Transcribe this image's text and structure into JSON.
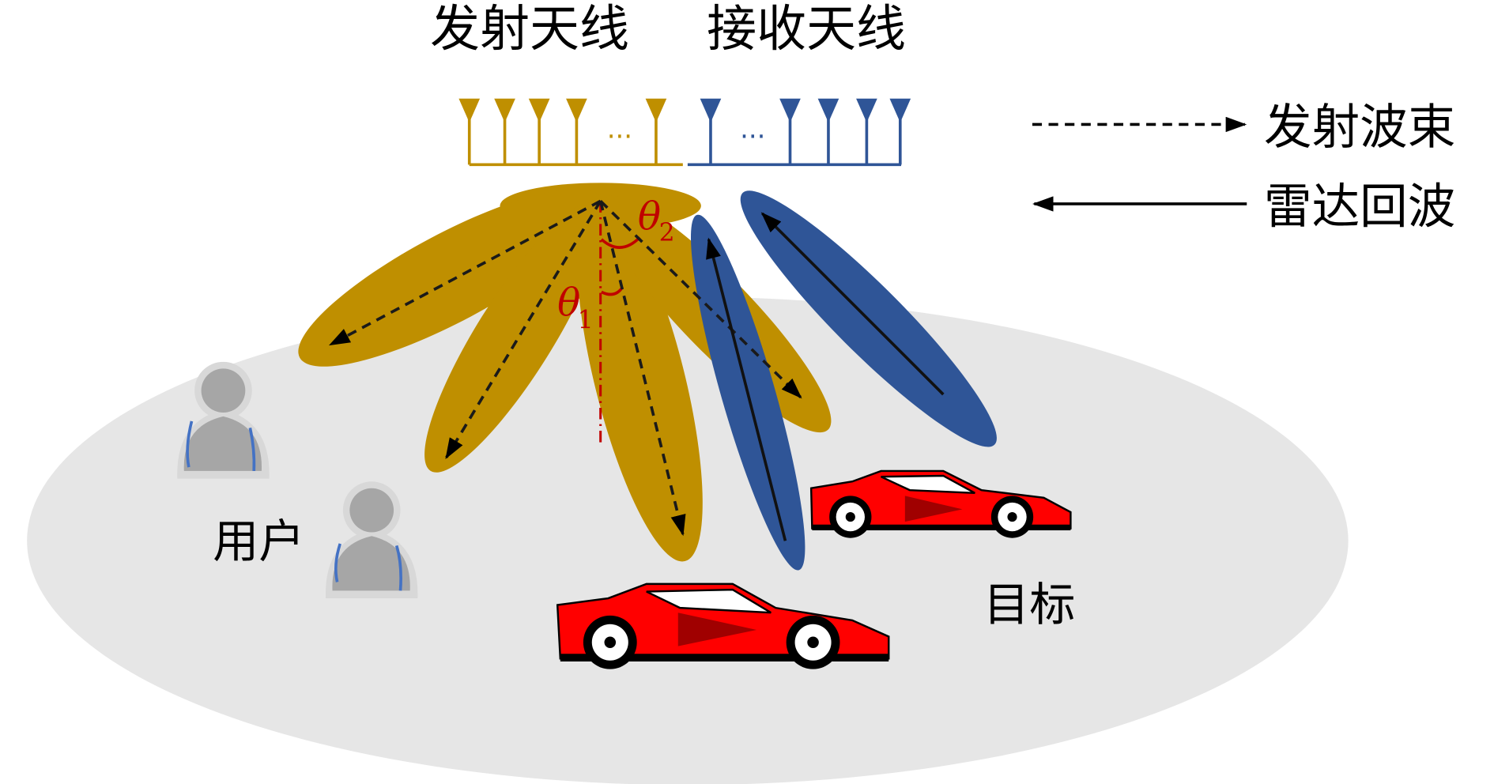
{
  "labels": {
    "tx_antenna": "发射天线",
    "rx_antenna": "接收天线",
    "users": "用户",
    "targets": "目标",
    "theta1_symbol": "θ",
    "theta1_sub": "1",
    "theta2_symbol": "θ",
    "theta2_sub": "2",
    "ellipsis_tx": "···",
    "ellipsis_rx": "···"
  },
  "legend": {
    "tx_beam": "发射波束",
    "radar_echo": "雷达回波"
  },
  "colors": {
    "tx": "#bf8f00",
    "rx": "#2f5597",
    "angle": "#c00000",
    "ground": "#e6e6e6",
    "car": "#ff0000"
  }
}
